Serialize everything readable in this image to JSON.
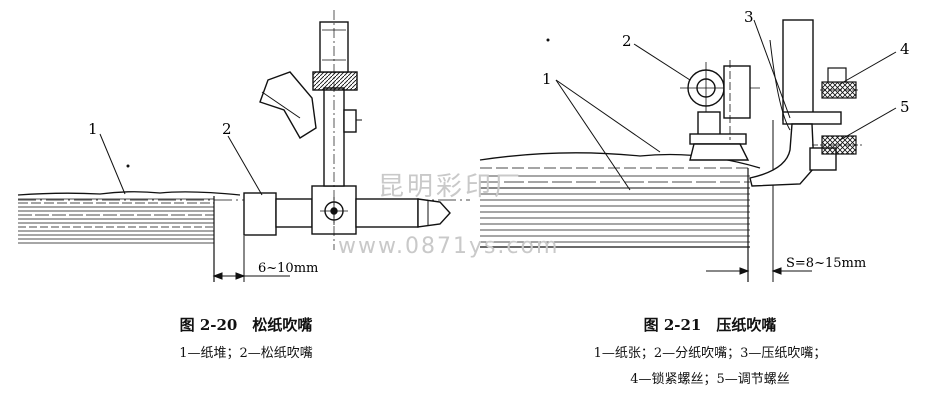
{
  "figures": [
    {
      "title": "图 2-20　松纸吹嘴",
      "items": "1—纸堆；2—松纸吹嘴",
      "callouts": [
        "1",
        "2"
      ],
      "dimension": "6~10mm"
    },
    {
      "title": "图 2-21　压纸吹嘴",
      "items_line1": "1—纸张；2—分纸吹嘴；3—压纸吹嘴；",
      "items_line2": "4—锁紧螺丝；5—调节螺丝",
      "callouts": [
        "1",
        "2",
        "3",
        "4",
        "5"
      ],
      "dimension": "S=8~15mm"
    }
  ],
  "watermark": {
    "name": "昆明彩印厂",
    "url": "www.0871ys.com"
  }
}
